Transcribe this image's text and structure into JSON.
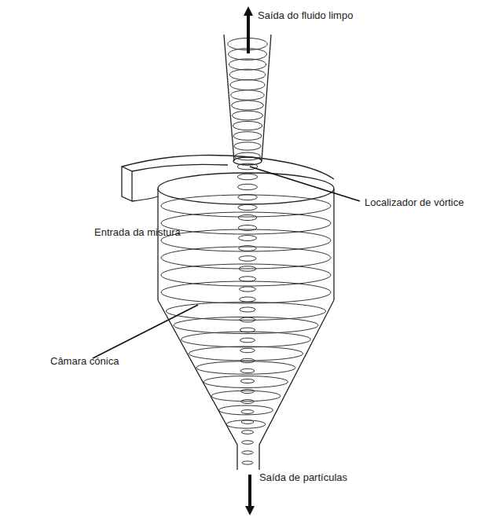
{
  "diagram": {
    "labels": [
      "Saída do fluido limpo",
      "Localizador de vórtice",
      "Entrada da mistura",
      "Câmara cónica",
      "Saída de partículas"
    ]
  }
}
